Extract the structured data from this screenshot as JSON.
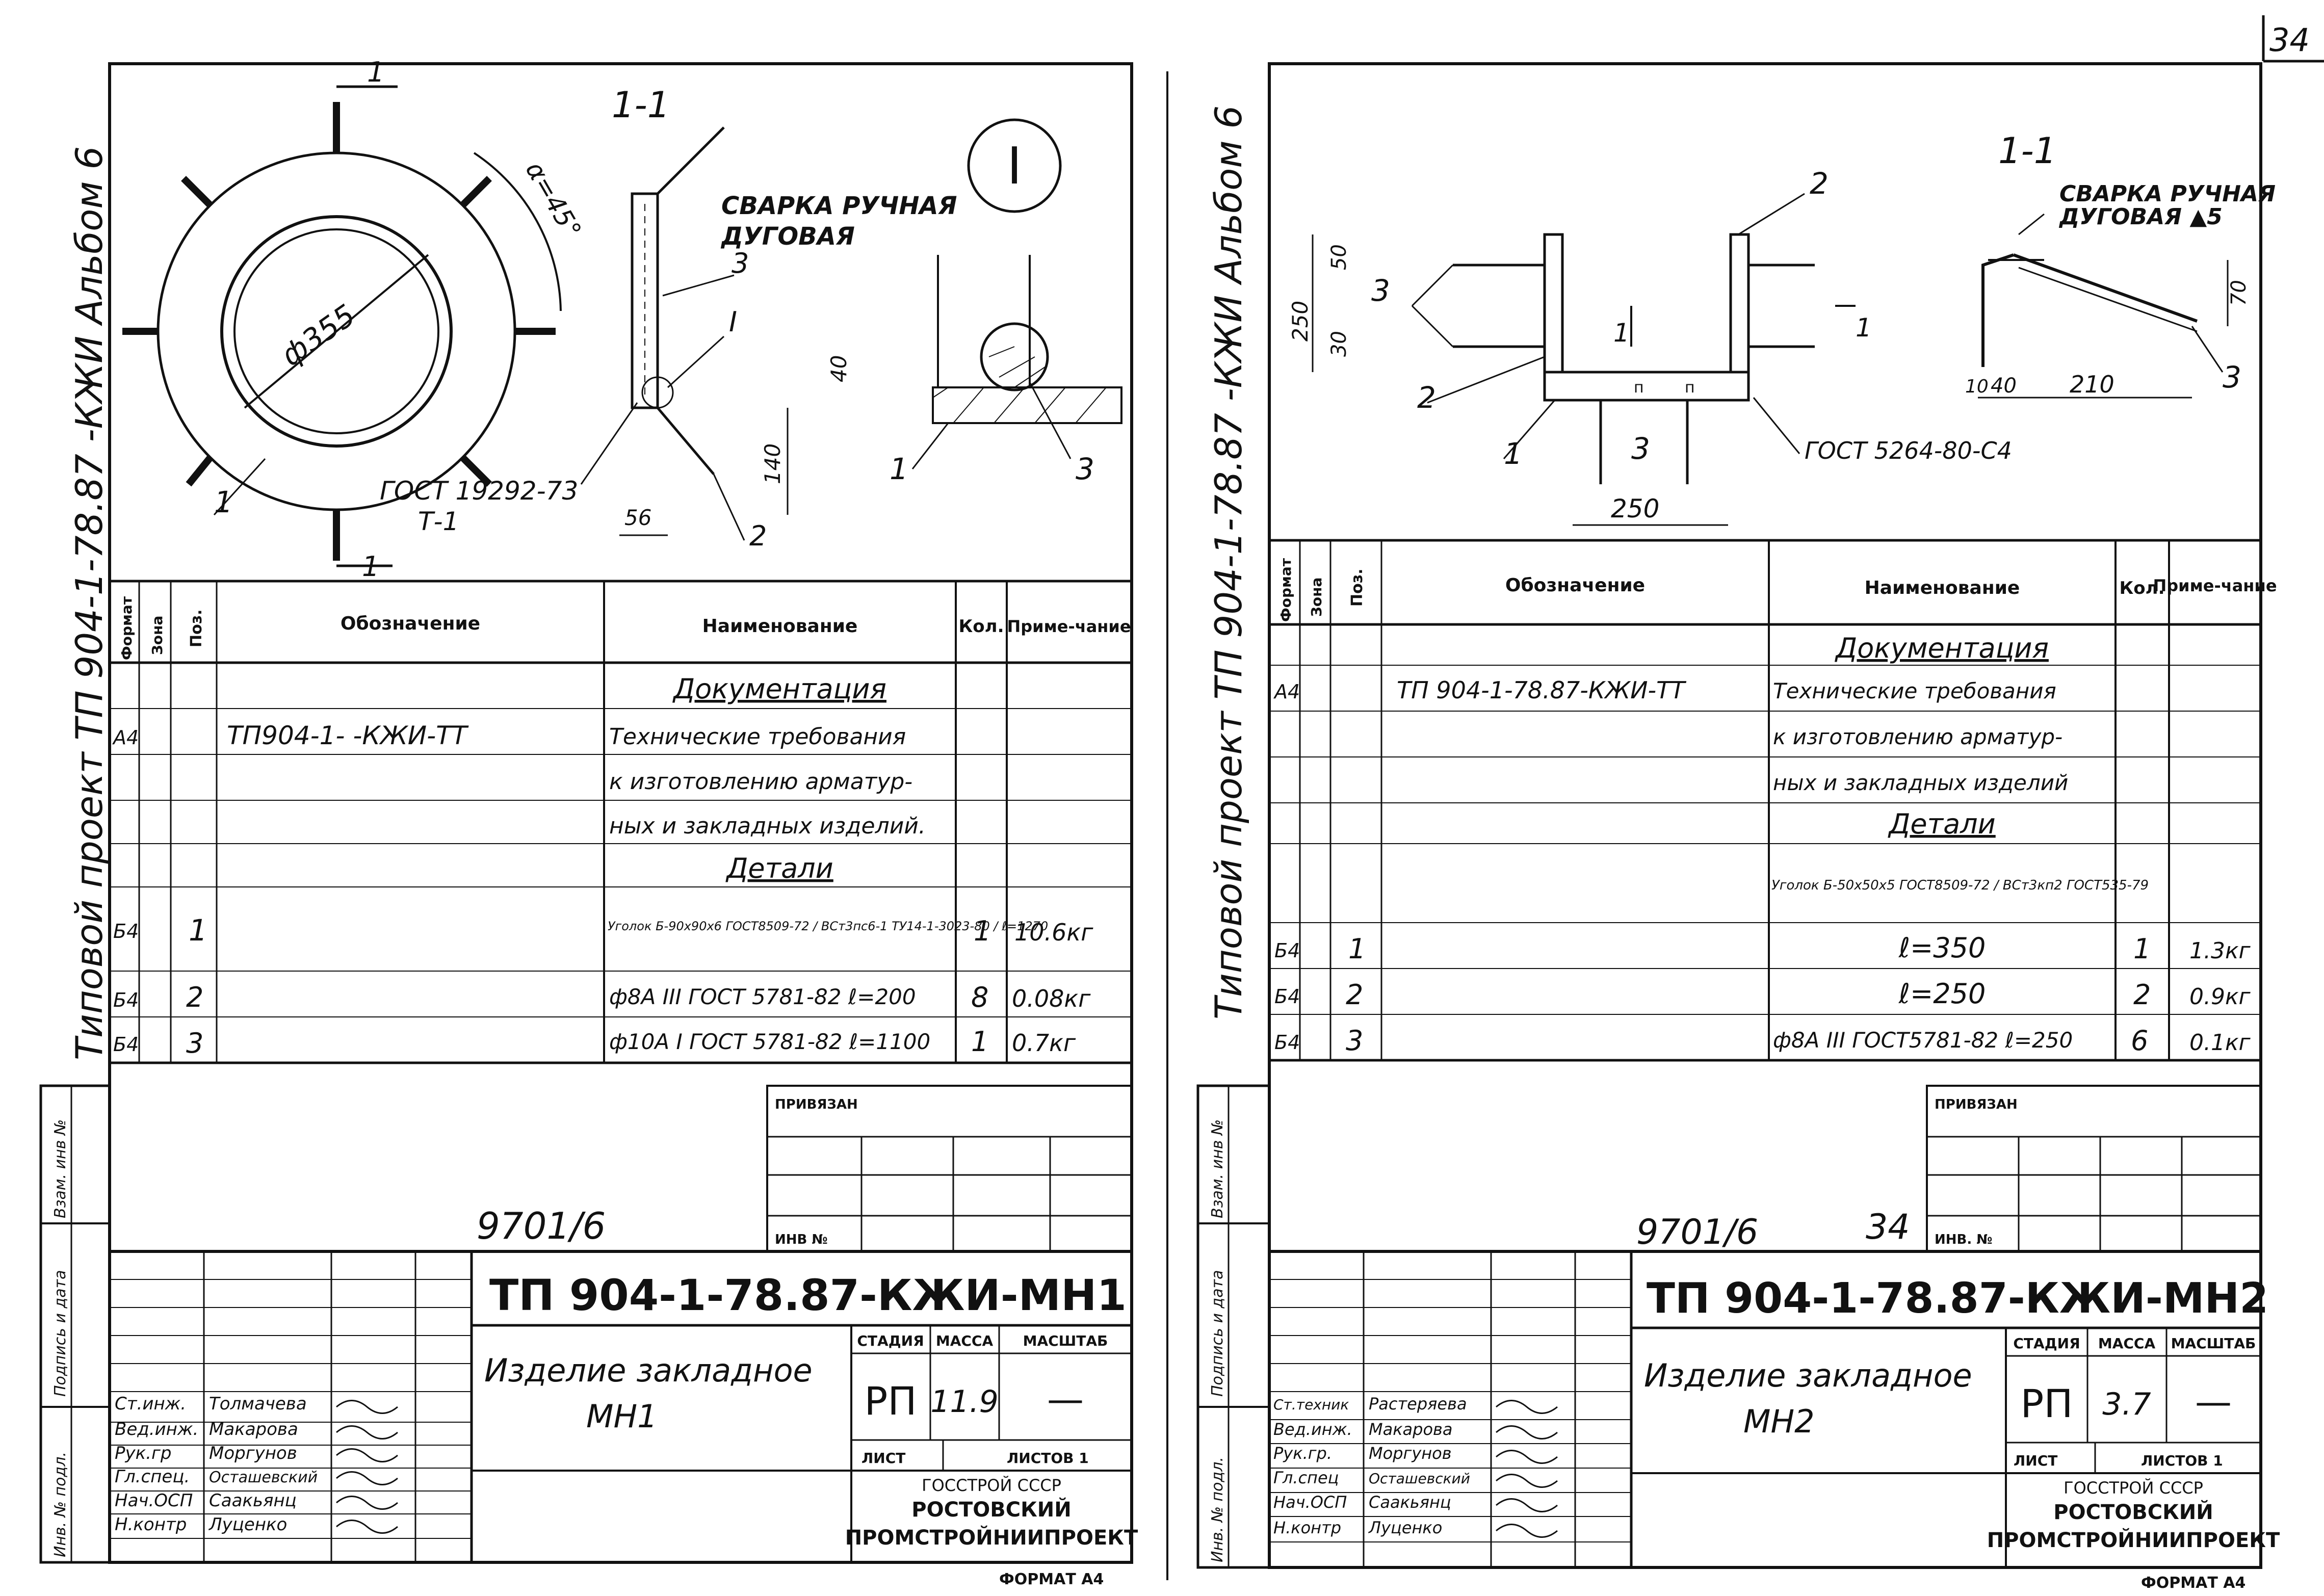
{
  "page_number": "34",
  "sheets": [
    {
      "id": "mn1",
      "side_label": "Типовой проект ТП 904-1-78.87 -КЖИ Альбом 6",
      "section_label": "1-1",
      "detail_label": "I",
      "labels": {
        "diameter": "ф355",
        "angle": "α=45°",
        "weld_line1": "СВАРКА РУЧНАЯ",
        "weld_line2": "ДУГОВАЯ",
        "gost_line1": "ГОСТ 19292-73",
        "gost_line2": "Т-1",
        "dim_56": "56",
        "dim_140": "140",
        "dim_40": "40",
        "pos1": "1",
        "pos2": "2",
        "pos3": "3",
        "pos3b": "3",
        "pos1b": "1",
        "cut": "1",
        "cut2": "1",
        "det_I": "I"
      },
      "spec_headers": {
        "format": "Формат",
        "zone": "Зона",
        "pos": "Поз.",
        "designation": "Обозначение",
        "name": "Наименование",
        "qty": "Кол.",
        "note": "Приме-чание"
      },
      "spec_rows": [
        {
          "format": "",
          "pos": "",
          "designation": "",
          "name": "Документация",
          "qty": "",
          "note": "",
          "underline": true
        },
        {
          "format": "А4",
          "pos": "",
          "designation": "ТП904-1- -КЖИ-ТТ",
          "name": "Технические требования",
          "qty": "",
          "note": ""
        },
        {
          "format": "",
          "pos": "",
          "designation": "",
          "name": "к изготовлению арматур-",
          "qty": "",
          "note": ""
        },
        {
          "format": "",
          "pos": "",
          "designation": "",
          "name": "ных и закладных изделий.",
          "qty": "",
          "note": ""
        },
        {
          "format": "",
          "pos": "",
          "designation": "",
          "name": "Детали",
          "qty": "",
          "note": "",
          "underline": true
        },
        {
          "format": "Б4",
          "pos": "1",
          "designation": "",
          "name": "Уголок Б-90х90х6 ГОСТ8509-72 / ВСт3пс6-1 ТУ14-1-3023-80 / ℓ=1270",
          "qty": "1",
          "note": "10.6кг"
        },
        {
          "format": "Б4",
          "pos": "2",
          "designation": "",
          "name": "ф8А III ГОСТ 5781-82 ℓ=200",
          "qty": "8",
          "note": "0.08кг"
        },
        {
          "format": "Б4",
          "pos": "3",
          "designation": "",
          "name": "ф10А I ГОСТ 5781-82 ℓ=1100",
          "qty": "1",
          "note": "0.7кг"
        }
      ],
      "privyazan": "ПРИВЯЗАН",
      "inv": "ИНВ №",
      "archive": "9701/6",
      "archive_sheet": "",
      "doc_code": "ТП 904-1-78.87-КЖИ-МН1",
      "item_name_line1": "Изделие закладное",
      "item_name_line2": "МН1",
      "stage_label": "СТАДИЯ",
      "mass_label": "МАССА",
      "scale_label": "МАСШТАБ",
      "stage": "РП",
      "mass": "11.9",
      "scale": "—",
      "sheet_label": "ЛИСТ",
      "sheets_label": "ЛИСТОВ 1",
      "org_line1": "ГОССТРОЙ СССР",
      "org_line2": "РОСТОВСКИЙ",
      "org_line3": "ПРОМСТРОЙНИИПРОЕКТ",
      "format_note": "ФОРМАТ А4",
      "stamp_side": [
        "Инв. № подл.",
        "Подпись и дата",
        "Взам. инв №"
      ],
      "staff": [
        {
          "role": "Ст.инж.",
          "name": "Толмачева"
        },
        {
          "role": "Вед.инж.",
          "name": "Макарова"
        },
        {
          "role": "Рук.гр",
          "name": "Моргунов"
        },
        {
          "role": "Гл.спец.",
          "name": "Осташевский"
        },
        {
          "role": "Нач.ОСП",
          "name": "Саакьянц"
        },
        {
          "role": "Н.контр",
          "name": "Луценко"
        }
      ]
    },
    {
      "id": "mn2",
      "side_label": "Типовой проект ТП 904-1-78.87 -КЖИ Альбом 6",
      "section_label": "1-1",
      "labels": {
        "weld_line1": "СВАРКА РУЧНАЯ",
        "weld_line2": "ДУГОВАЯ ▲5",
        "gost": "ГОСТ 5264-80-С4",
        "dim_250v": "250",
        "dim_50": "50",
        "dim_30": "30",
        "dim_250h": "250",
        "dim_10": "10",
        "dim_40": "40",
        "dim_210": "210",
        "dim_70": "70",
        "pos1": "1",
        "pos2": "2",
        "pos2b": "2",
        "pos3": "3",
        "pos3b": "3",
        "pos3c": "3",
        "cut_l": "1",
        "cut_r": "1",
        "mark": "п"
      },
      "spec_headers": {
        "format": "Формат",
        "zone": "Зона",
        "pos": "Поз.",
        "designation": "Обозначение",
        "name": "Наименование",
        "qty": "Кол.",
        "note": "Приме-чание"
      },
      "spec_rows": [
        {
          "format": "",
          "pos": "",
          "designation": "",
          "name": "Документация",
          "qty": "",
          "note": "",
          "underline": true
        },
        {
          "format": "А4",
          "pos": "",
          "designation": "ТП 904-1-78.87-КЖИ-ТТ",
          "name": "Технические требования",
          "qty": "",
          "note": ""
        },
        {
          "format": "",
          "pos": "",
          "designation": "",
          "name": "к изготовлению арматур-",
          "qty": "",
          "note": ""
        },
        {
          "format": "",
          "pos": "",
          "designation": "",
          "name": "ных и закладных изделий",
          "qty": "",
          "note": ""
        },
        {
          "format": "",
          "pos": "",
          "designation": "",
          "name": "Детали",
          "qty": "",
          "note": "",
          "underline": true
        },
        {
          "format": "",
          "pos": "",
          "designation": "",
          "name": "Уголок Б-50х50х5 ГОСТ8509-72 / ВСт3кп2 ГОСТ535-79",
          "qty": "",
          "note": ""
        },
        {
          "format": "Б4",
          "pos": "1",
          "designation": "",
          "name": "ℓ=350",
          "qty": "1",
          "note": "1.3кг"
        },
        {
          "format": "Б4",
          "pos": "2",
          "designation": "",
          "name": "ℓ=250",
          "qty": "2",
          "note": "0.9кг"
        },
        {
          "format": "Б4",
          "pos": "3",
          "designation": "",
          "name": "ф8А III ГОСТ5781-82 ℓ=250",
          "qty": "6",
          "note": "0.1кг"
        }
      ],
      "privyazan": "ПРИВЯЗАН",
      "inv": "ИНВ. №",
      "archive": "9701/6",
      "archive_sheet": "34",
      "doc_code": "ТП 904-1-78.87-КЖИ-МН2",
      "item_name_line1": "Изделие закладное",
      "item_name_line2": "МН2",
      "stage_label": "СТАДИЯ",
      "mass_label": "МАССА",
      "scale_label": "МАСШТАБ",
      "stage": "РП",
      "mass": "3.7",
      "scale": "—",
      "sheet_label": "ЛИСТ",
      "sheets_label": "ЛИСТОВ 1",
      "org_line1": "ГОССТРОЙ СССР",
      "org_line2": "РОСТОВСКИЙ",
      "org_line3": "ПРОМСТРОЙНИИПРОЕКТ",
      "format_note": "ФОРМАТ А4",
      "stamp_side": [
        "Инв. № подл.",
        "Подпись и дата",
        "Взам. инв №"
      ],
      "staff": [
        {
          "role": "Ст.техник",
          "name": "Растеряева"
        },
        {
          "role": "Вед.инж.",
          "name": "Макарова"
        },
        {
          "role": "Рук.гр.",
          "name": "Моргунов"
        },
        {
          "role": "Гл.спец",
          "name": "Осташевский"
        },
        {
          "role": "Нач.ОСП",
          "name": "Саакьянц"
        },
        {
          "role": "Н.контр",
          "name": "Луценко"
        }
      ]
    }
  ]
}
